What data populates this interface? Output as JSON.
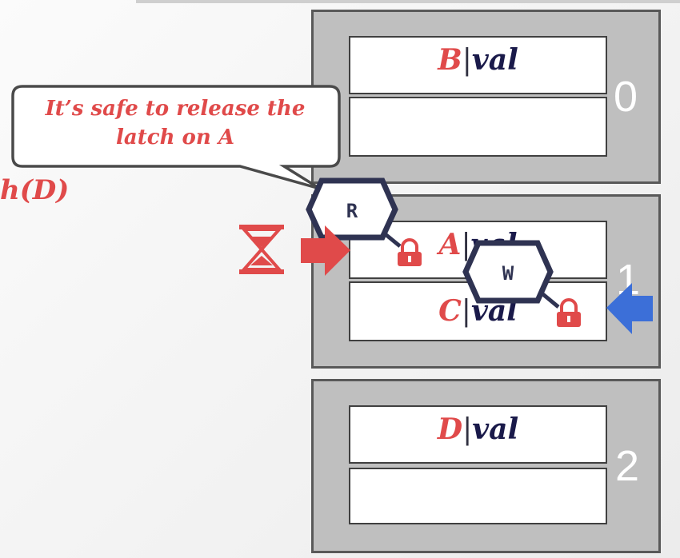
{
  "pages": [
    {
      "number": "0",
      "slots": [
        {
          "key": "B",
          "value": "val"
        },
        {
          "key": "",
          "value": ""
        }
      ]
    },
    {
      "number": "1",
      "slots": [
        {
          "key": "A",
          "value": "val"
        },
        {
          "key": "C",
          "value": "val"
        }
      ]
    },
    {
      "number": "2",
      "slots": [
        {
          "key": "D",
          "value": "val"
        },
        {
          "key": "",
          "value": ""
        }
      ]
    }
  ],
  "callout": {
    "text": "It’s safe to release the latch on A"
  },
  "edge_label": "h(D)",
  "latches": {
    "read": "R",
    "write": "W"
  },
  "separator": "|",
  "colors": {
    "red": "#e04a4a",
    "blue": "#3c6fd8",
    "latch_border": "#2f3352",
    "page_fill": "#bfbfbf"
  },
  "icons": [
    "hourglass-icon",
    "lock-icon",
    "lock-icon",
    "right-arrow-icon",
    "left-arrow-icon"
  ]
}
